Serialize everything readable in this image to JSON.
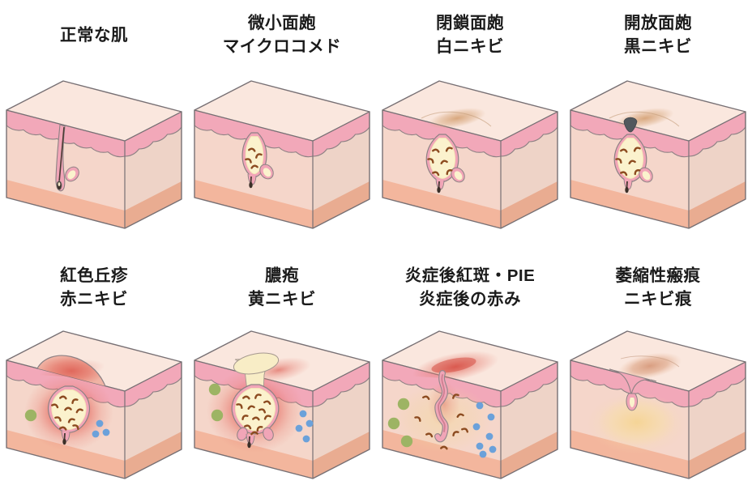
{
  "diagram": {
    "kind": "skin-cross-section-stages",
    "rows": 2,
    "columns": 4
  },
  "blocks": [
    {
      "id": "normal-skin",
      "label_line1": "正常な肌",
      "label_line2": "",
      "variant": "normal"
    },
    {
      "id": "microcomedo",
      "label_line1": "微小面皰",
      "label_line2": "マイクロコメド",
      "variant": "micro"
    },
    {
      "id": "closed-comedo",
      "label_line1": "閉鎖面皰",
      "label_line2": "白ニキビ",
      "variant": "closed"
    },
    {
      "id": "open-comedo",
      "label_line1": "開放面皰",
      "label_line2": "黒ニキビ",
      "variant": "open"
    },
    {
      "id": "red-papule",
      "label_line1": "紅色丘疹",
      "label_line2": "赤ニキビ",
      "variant": "papule"
    },
    {
      "id": "pustule",
      "label_line1": "膿疱",
      "label_line2": "黄ニキビ",
      "variant": "pustule"
    },
    {
      "id": "post-inflammatory-erythema",
      "label_line1": "炎症後紅斑・PIE",
      "label_line2": "炎症後の赤み",
      "variant": "pie"
    },
    {
      "id": "atrophic-scar",
      "label_line1": "萎縮性瘢痕",
      "label_line2": "ニキビ痕",
      "variant": "scar"
    }
  ],
  "colors": {
    "background": "#ffffff",
    "text": "#1b1b1b",
    "top_face": "#fae7de",
    "front_dermis": "#f5d6ca",
    "side_dermis": "#eed3c7",
    "front_subcutis": "#f3b69d",
    "side_subcutis": "#e9ac91",
    "epidermis_pink": "#f2a8b9",
    "outline": "#8d8184",
    "edge": "#777074",
    "follicle_wall_pink": "#f1a5b7",
    "sebum_cream": "#fbf2cd",
    "sebum_cream_deep": "#f6e8b8",
    "bacteria_brown": "#8c4b20",
    "hair_dark": "#4a3b34",
    "inflammation_red": "#e05247",
    "immune_cell_green": "#9db464",
    "inflammatory_cell_blue": "#6ba1da",
    "blackhead_plug": "#52585d",
    "comedo_bump_tan": "#d6a376",
    "scar_crater_tan": "#dba285",
    "scar_glow_yellow": "#f6d795"
  }
}
